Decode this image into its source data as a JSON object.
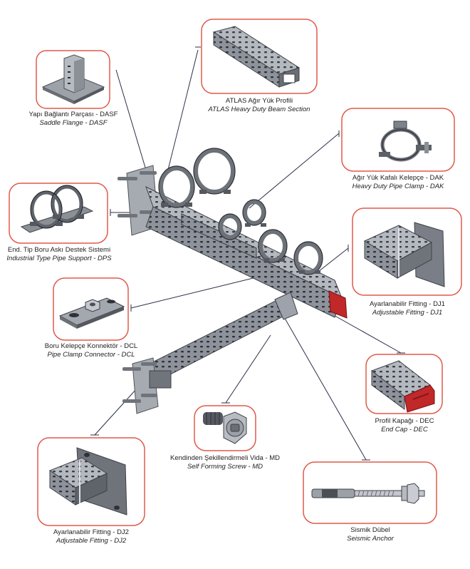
{
  "components": [
    {
      "id": "dasf",
      "tr": "Yapı Bağlantı Parçası - DASF",
      "en": "Saddle Flange - DASF",
      "icon": "saddle-flange-icon"
    },
    {
      "id": "atlas",
      "tr": "ATLAS Ağır Yük Profili",
      "en": "ATLAS Heavy Duty Beam Section",
      "icon": "beam-section-icon"
    },
    {
      "id": "dak",
      "tr": "Ağır Yük Kafalı Kelepçe - DAK",
      "en": "Heavy Duty Pipe Clamp - DAK",
      "icon": "pipe-clamp-icon"
    },
    {
      "id": "dps",
      "tr": "End. Tip Boru Askı Destek Sistemi",
      "en": "Industrial Type Pipe Support - DPS",
      "icon": "pipe-support-icon"
    },
    {
      "id": "dj1",
      "tr": "Ayarlanabilir Fitting - DJ1",
      "en": "Adjustable Fitting - DJ1",
      "icon": "adjustable-fitting-icon"
    },
    {
      "id": "dcl",
      "tr": "Boru Kelepçe Konnektör - DCL",
      "en": "Pipe Clamp Connector - DCL",
      "icon": "clamp-connector-icon"
    },
    {
      "id": "dec",
      "tr": "Profil Kapağı - DEC",
      "en": "End Cap - DEC",
      "icon": "end-cap-icon"
    },
    {
      "id": "md",
      "tr": "Kendinden Şekillendirmeli Vida - MD",
      "en": "Self Forming Screw - MD",
      "icon": "self-forming-screw-icon"
    },
    {
      "id": "dj2",
      "tr": "Ayarlanabilir Fitting - DJ2",
      "en": "Adjustable Fitting - DJ2",
      "icon": "adjustable-fitting-icon"
    },
    {
      "id": "anchor",
      "tr": "Sismik Dübel",
      "en": "Seismic Anchor",
      "icon": "seismic-anchor-icon"
    }
  ],
  "colors": {
    "frame": "#e05a4a",
    "steel": "#8d929b",
    "steel_dark": "#4f535a",
    "steel_light": "#c9ccd2",
    "cap": "#c0282a",
    "leader": "#2b2f4a"
  }
}
